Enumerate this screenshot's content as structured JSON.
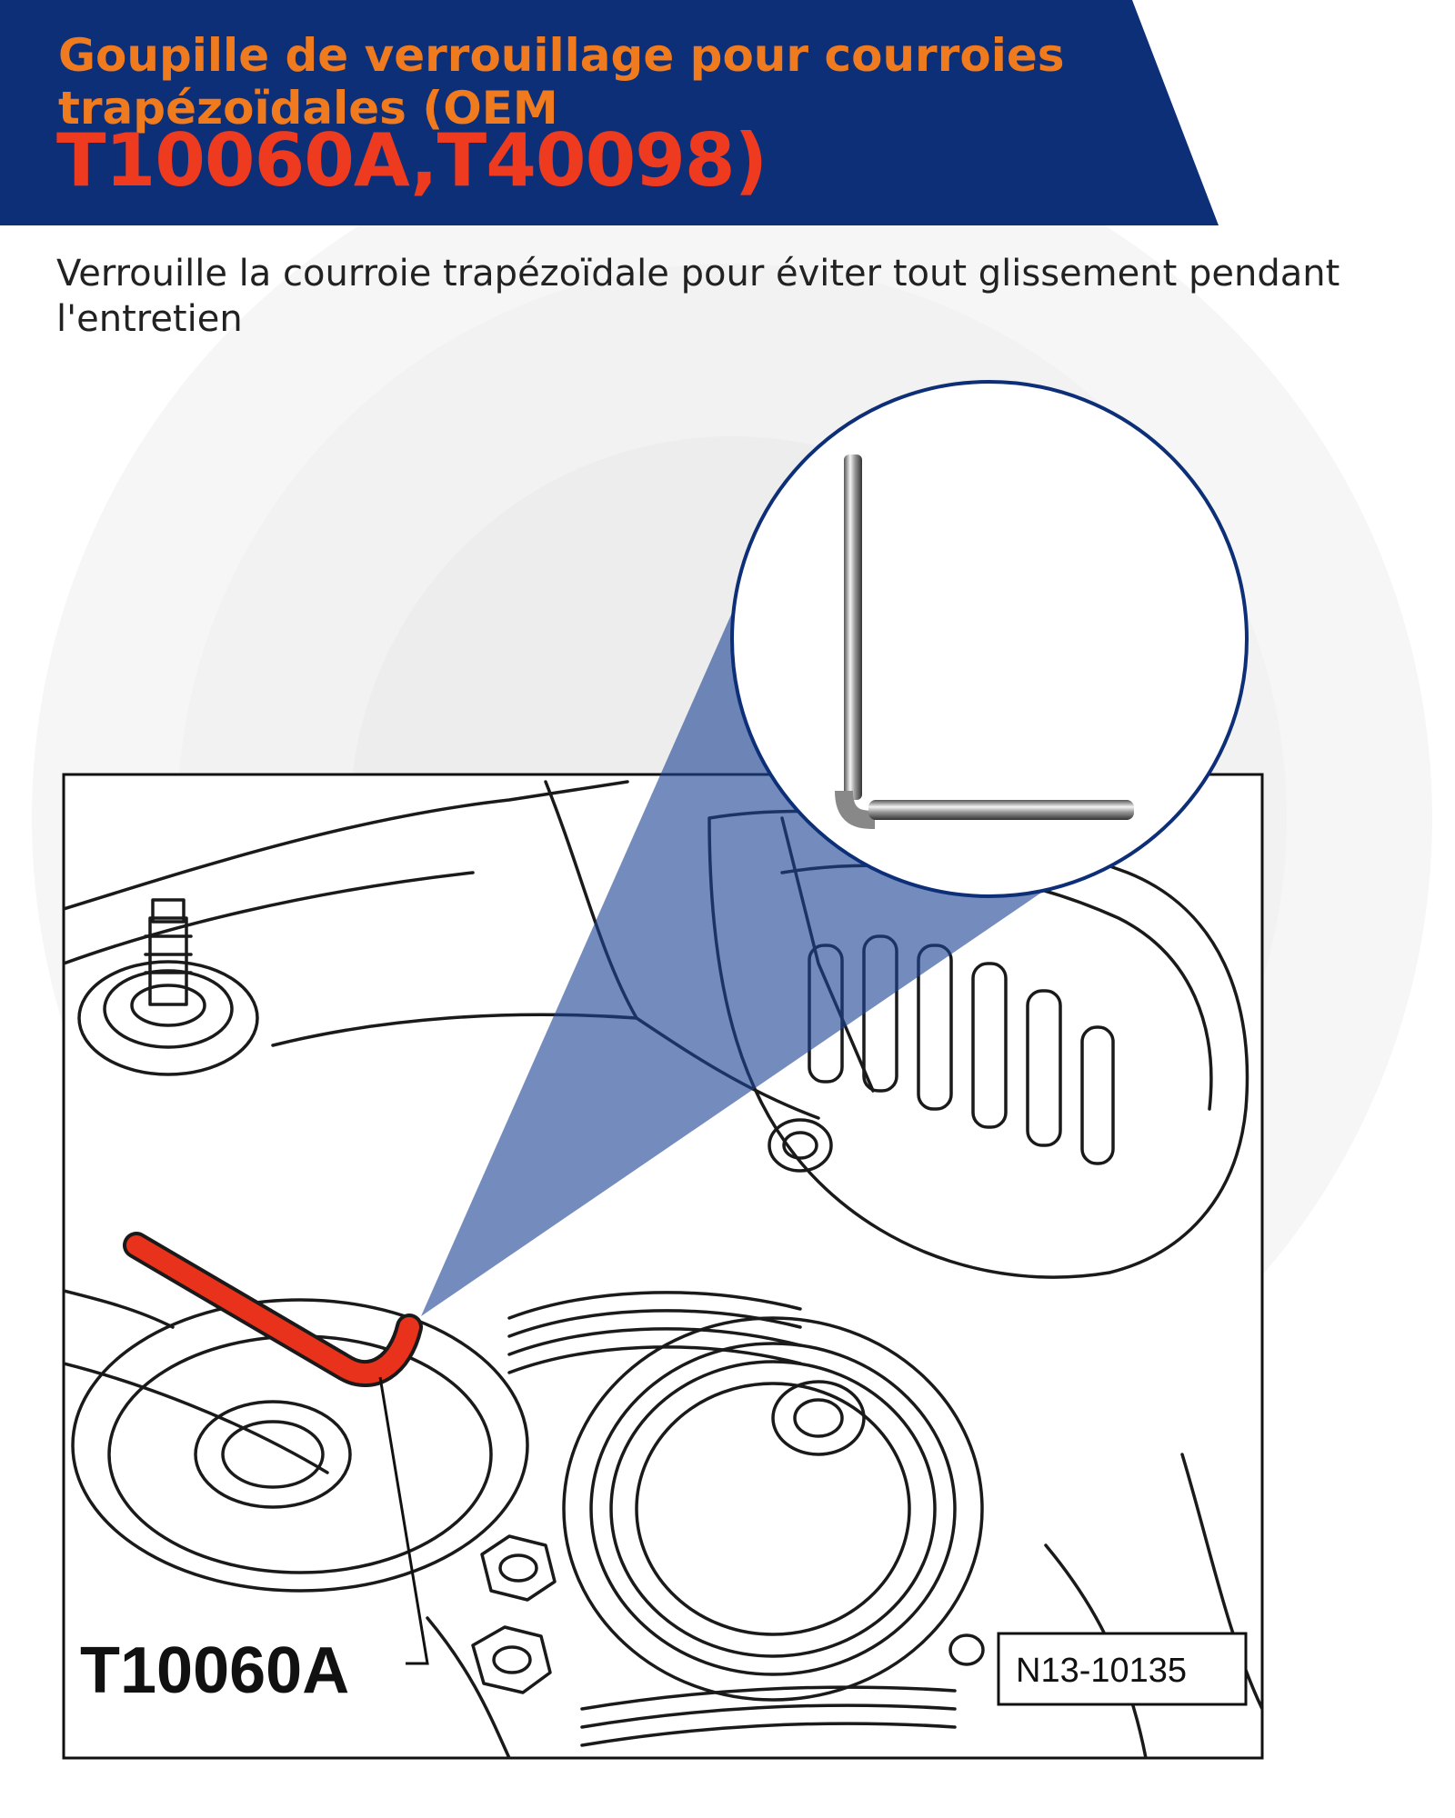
{
  "header": {
    "title_line1": "Goupille de verrouillage pour courroies trapézoïdales (OEM",
    "title_line2": "T10060A,T40098)"
  },
  "description": "Verrouille la courroie trapézoïdale pour éviter tout glissement pendant l'entretien",
  "diagram": {
    "tool_label": "T10060A",
    "reference_code": "N13-10135"
  },
  "colors": {
    "banner": "#0d2f78",
    "title_orange": "#f07a1e",
    "title_red": "#ee3a1f",
    "pin_red": "#e8321c",
    "zoom_blue": "#1f4595"
  }
}
